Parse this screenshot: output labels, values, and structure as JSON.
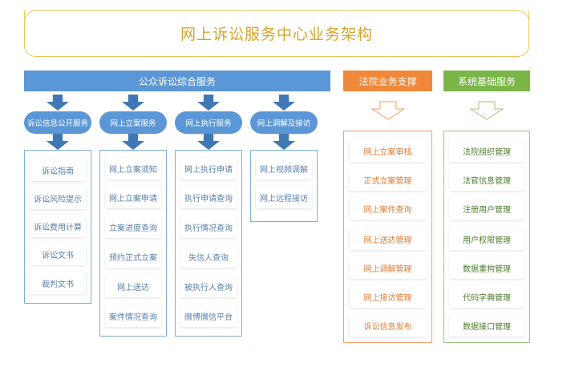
{
  "title": "网上诉讼服务中心业务架构",
  "public": {
    "label": "公众诉讼综合服务",
    "columns": [
      {
        "header": "诉讼信息公开服务",
        "items": [
          "诉讼指南",
          "诉讼风险提示",
          "诉讼费用计算",
          "诉讼文书",
          "裁判文书"
        ]
      },
      {
        "header": "网上立案服务",
        "items": [
          "网上立案须知",
          "网上立案申请",
          "立案进度查询",
          "预约正式立案",
          "网上送达",
          "案件情况查询"
        ]
      },
      {
        "header": "网上执行服务",
        "items": [
          "网上执行申请",
          "执行申请查询",
          "执行情况查询",
          "失信人查询",
          "被执行人查询",
          "微博微信平台"
        ]
      },
      {
        "header": "网上调解及接访",
        "items": [
          "网上视频调解",
          "网上远程接访"
        ]
      }
    ]
  },
  "court": {
    "label": "法院业务支撑",
    "items": [
      "网上立案审核",
      "正式立案管理",
      "网上案件查询",
      "网上送达管理",
      "网上调解管理",
      "网上接访管理",
      "诉讼信息发布"
    ]
  },
  "system": {
    "label": "系统基础服务",
    "items": [
      "法院组织管理",
      "法官信息管理",
      "注册用户管理",
      "用户权限管理",
      "数据重构管理",
      "代码字典管理",
      "数据接口管理"
    ]
  },
  "colors": {
    "blue": "#5b97d6",
    "orange": "#f0883a",
    "green": "#7ab547",
    "gold": "#d4a62a"
  }
}
